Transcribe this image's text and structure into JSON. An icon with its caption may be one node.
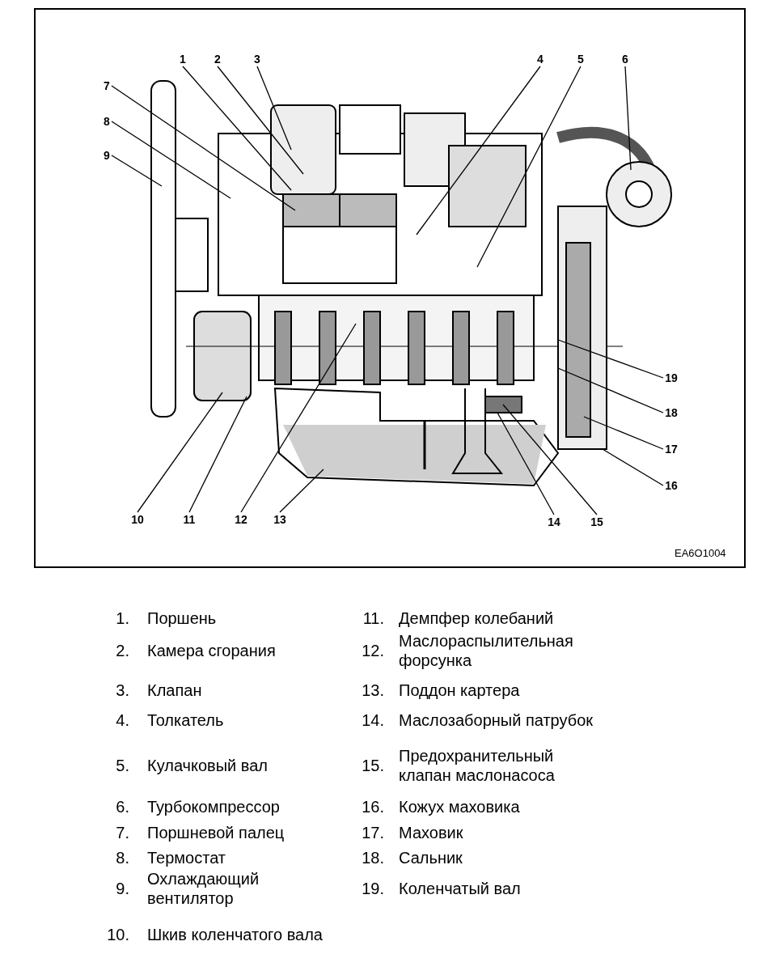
{
  "diagram": {
    "nodes": [
      {
        "text": [
          "1"
        ]
      },
      {
        "text": [
          "2"
        ]
      },
      {
        "text": [
          "3"
        ]
      },
      {
        "text": [
          "4"
        ]
      },
      {
        "text": [
          "5"
        ]
      },
      {
        "text": [
          "6"
        ]
      },
      {
        "text": [
          "7"
        ]
      },
      {
        "text": [
          "8"
        ]
      },
      {
        "text": [
          "9"
        ]
      },
      {
        "text": [
          "10"
        ]
      },
      {
        "text": [
          "11"
        ]
      },
      {
        "text": [
          "12"
        ]
      },
      {
        "text": [
          "13"
        ]
      },
      {
        "text": [
          "14"
        ]
      },
      {
        "text": [
          "15"
        ]
      },
      {
        "text": [
          "16"
        ]
      },
      {
        "text": [
          "17"
        ]
      },
      {
        "text": [
          "18"
        ]
      },
      {
        "text": [
          "19"
        ]
      }
    ],
    "edges": [
      {
        "from": 0,
        "to": null,
        "arrow": "none"
      },
      {
        "from": 1,
        "to": null,
        "arrow": "none"
      },
      {
        "from": 2,
        "to": null,
        "arrow": "none"
      },
      {
        "from": 3,
        "to": null,
        "arrow": "none"
      },
      {
        "from": 4,
        "to": null,
        "arrow": "none"
      },
      {
        "from": 5,
        "to": null,
        "arrow": "none"
      },
      {
        "from": 6,
        "to": null,
        "arrow": "none"
      },
      {
        "from": 7,
        "to": null,
        "arrow": "none"
      },
      {
        "from": 8,
        "to": null,
        "arrow": "none"
      },
      {
        "from": 9,
        "to": null,
        "arrow": "none"
      },
      {
        "from": 10,
        "to": null,
        "arrow": "none"
      },
      {
        "from": 11,
        "to": null,
        "arrow": "none"
      },
      {
        "from": 12,
        "to": null,
        "arrow": "none"
      },
      {
        "from": 13,
        "to": null,
        "arrow": "none"
      },
      {
        "from": 14,
        "to": null,
        "arrow": "none"
      },
      {
        "from": 15,
        "to": null,
        "arrow": "none"
      },
      {
        "from": 16,
        "to": null,
        "arrow": "none"
      },
      {
        "from": 17,
        "to": null,
        "arrow": "none"
      },
      {
        "from": 18,
        "to": null,
        "arrow": "none"
      }
    ],
    "labels": [
      "EA6O1004",
      "1.",
      "Поршень",
      "11.",
      "Демпфер колебаний",
      "2.",
      "Камера сгорания",
      "12.",
      "Маслораспылительная форсунка",
      "3.",
      "Клапан",
      "13.",
      "Поддон картера",
      "4.",
      "Толкатель",
      "14.",
      "Маслозаборный патрубок",
      "5.",
      "Кулачковый вал",
      "15.",
      "Предохранительный клапан маслонасоса",
      "6.",
      "Турбокомпрессор",
      "16.",
      "Кожух маховика",
      "7.",
      "Поршневой палец",
      "17.",
      "Маховик",
      "8.",
      "Термостат",
      "18.",
      "Сальник",
      "9.",
      "Охлаждающий вентилятор",
      "19.",
      "Коленчатый вал",
      "10.",
      "Шкив коленчатого вала"
    ]
  }
}
